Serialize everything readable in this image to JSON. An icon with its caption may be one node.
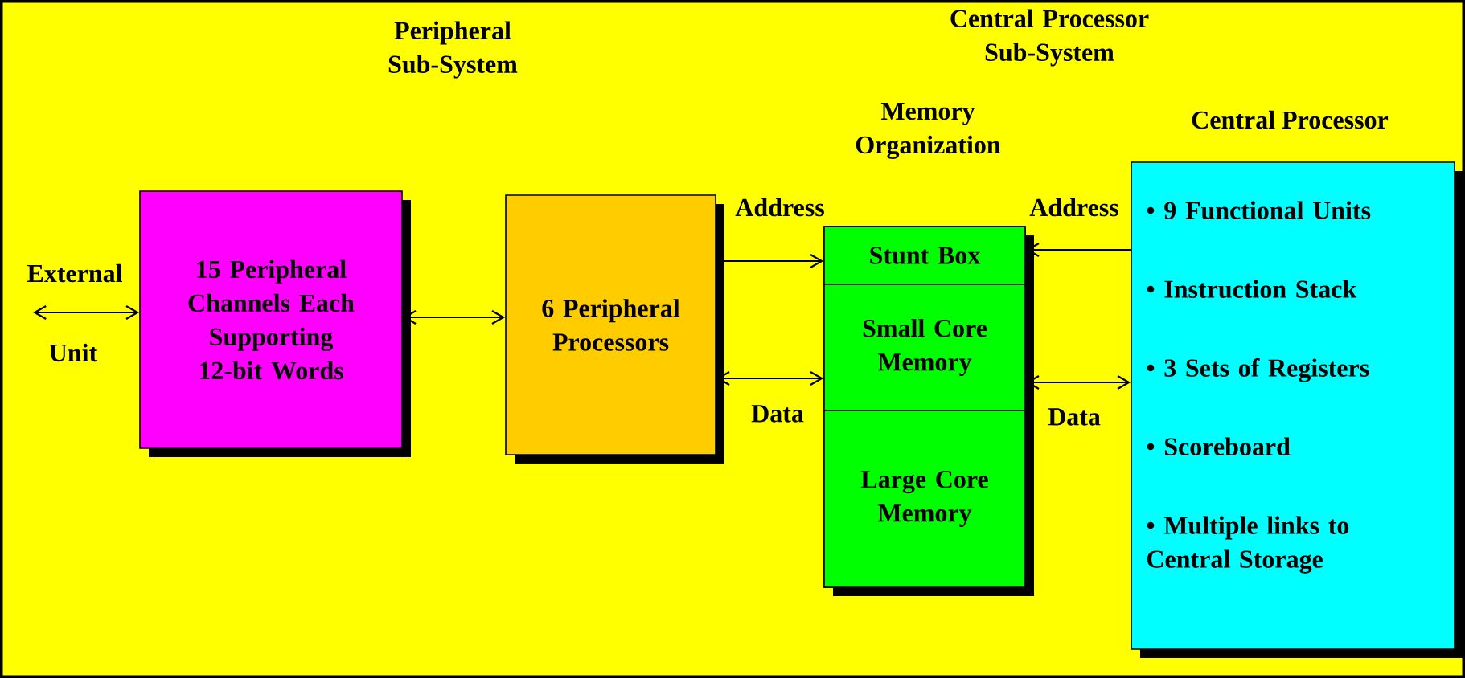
{
  "diagram": {
    "nodes": [
      {
        "text": [
          "15 Peripheral Channels Each Supporting 12-bit Words"
        ]
      },
      {
        "text": [
          "6 Peripheral Processors"
        ]
      },
      {
        "text": [
          "Memory Organization"
        ]
      },
      {
        "text": [
          "Stunt Box"
        ],
        "in": 2
      },
      {
        "text": [
          "Small Core Memory"
        ],
        "in": 2
      },
      {
        "text": [
          "Large Core Memory"
        ],
        "in": 2
      },
      {
        "text": [
          "Central Processor",
          "• 9 Functional Units",
          "• Instruction Stack",
          "• 3 Sets of Registers",
          "• Scoreboard",
          "• Multiple links to Central Storage"
        ]
      }
    ],
    "edges": [
      {
        "from": null,
        "to": 0,
        "arrow": "both"
      },
      {
        "from": 0,
        "to": 1,
        "arrow": "both"
      },
      {
        "from": 1,
        "to": 3,
        "arrow": "to",
        "label": "Address"
      },
      {
        "from": 1,
        "to": 4,
        "arrow": "both",
        "label": "Data"
      },
      {
        "from": 6,
        "to": 3,
        "arrow": "to",
        "label": "Address"
      },
      {
        "from": 4,
        "to": 6,
        "arrow": "both",
        "label": "Data"
      }
    ],
    "labels": [
      "Peripheral Sub-System",
      "Central Processor Sub-System",
      "External",
      "Unit"
    ]
  }
}
